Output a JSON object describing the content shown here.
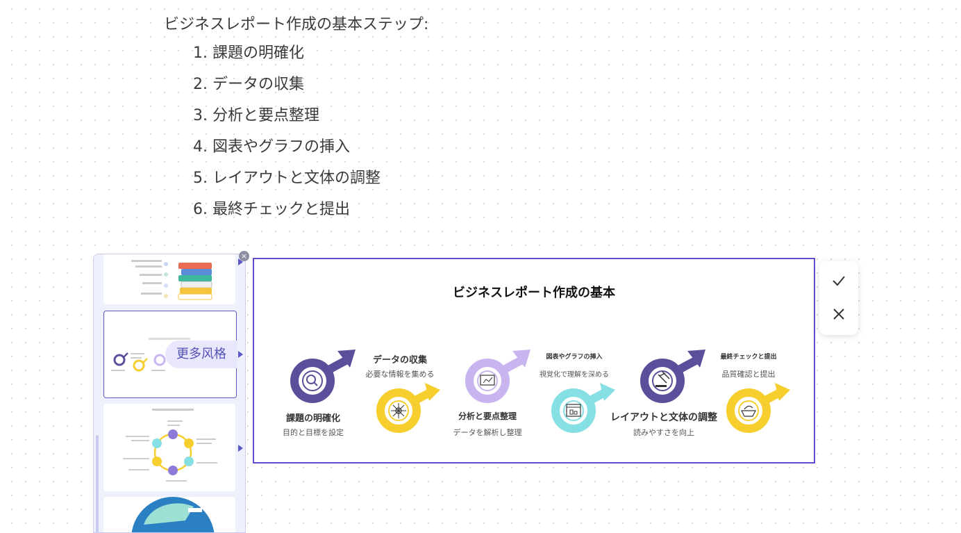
{
  "document": {
    "title": "ビジネスレポート作成の基本ステップ:",
    "steps": [
      "1. 課題の明確化",
      "2. データの収集",
      "3. 分析と要点整理",
      "4. 図表やグラフの挿入",
      "5. レイアウトと文体の調整",
      "6. 最終チェックと提出"
    ]
  },
  "style_panel": {
    "more_styles_label": "更多风格",
    "close_glyph": "×"
  },
  "infographic": {
    "title": "ビジネスレポート作成の基本",
    "steps": [
      {
        "title": "課題の明確化",
        "desc": "目的と目標を設定",
        "color": "#5c4e9b",
        "icon": "magnifier-icon"
      },
      {
        "title": "データの収集",
        "desc": "必要な情報を集める",
        "color": "#f6cf2f",
        "icon": "network-icon"
      },
      {
        "title": "分析と要点整理",
        "desc": "データを解析し整理",
        "color": "#c8b5ef",
        "icon": "monitor-chart-icon"
      },
      {
        "title": "図表やグラフの挿入",
        "desc": "視覚化で理解を深める",
        "color": "#86dfe3",
        "icon": "chart-window-icon"
      },
      {
        "title": "レイアウトと文体の調整",
        "desc": "読みやすさを向上",
        "color": "#5c4e9b",
        "icon": "gavel-icon"
      },
      {
        "title": "最終チェックと提出",
        "desc": "品質確認と提出",
        "color": "#f6cf2f",
        "icon": "basket-icon"
      }
    ]
  },
  "actions": {
    "confirm_icon": "check-icon",
    "cancel_icon": "close-icon"
  },
  "colors": {
    "accent": "#5b4fcf",
    "purple": "#5c4e9b",
    "yellow": "#f6cf2f",
    "lavender": "#c8b5ef",
    "cyan": "#86dfe3"
  }
}
